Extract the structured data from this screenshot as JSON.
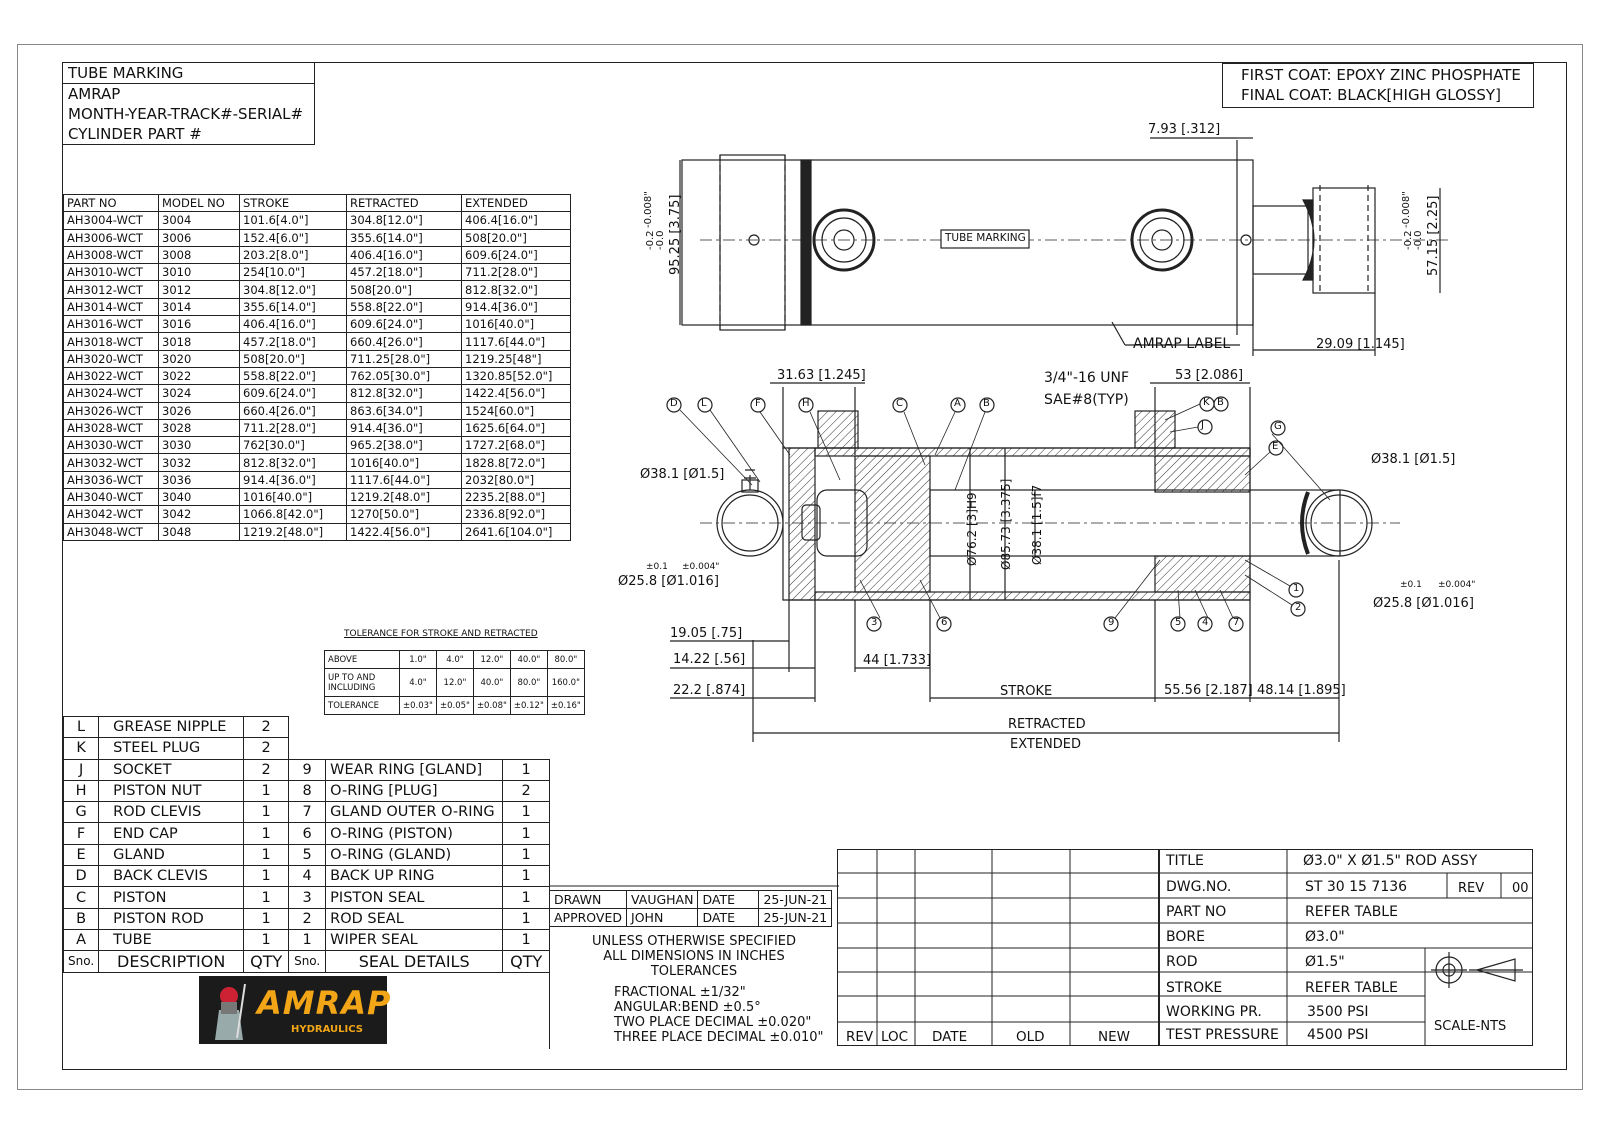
{
  "tube_marking": {
    "title": "TUBE MARKING",
    "lines": [
      "AMRAP",
      "MONTH-YEAR-TRACK#-SERIAL#",
      "CYLINDER PART #"
    ]
  },
  "coat": {
    "first": "FIRST COAT: EPOXY ZINC PHOSPHATE",
    "final": "FINAL COAT: BLACK[HIGH GLOSSY]"
  },
  "parts_table": {
    "headers": [
      "PART NO",
      "MODEL NO",
      "STROKE",
      "RETRACTED",
      "EXTENDED"
    ],
    "rows": [
      [
        "AH3004-WCT",
        "3004",
        "101.6[4.0\"]",
        "304.8[12.0\"]",
        "406.4[16.0\"]"
      ],
      [
        "AH3006-WCT",
        "3006",
        "152.4[6.0\"]",
        "355.6[14.0\"]",
        "508[20.0\"]"
      ],
      [
        "AH3008-WCT",
        "3008",
        "203.2[8.0\"]",
        "406.4[16.0\"]",
        "609.6[24.0\"]"
      ],
      [
        "AH3010-WCT",
        "3010",
        "254[10.0\"]",
        "457.2[18.0\"]",
        "711.2[28.0\"]"
      ],
      [
        "AH3012-WCT",
        "3012",
        "304.8[12.0\"]",
        "508[20.0\"]",
        "812.8[32.0\"]"
      ],
      [
        "AH3014-WCT",
        "3014",
        "355.6[14.0\"]",
        "558.8[22.0\"]",
        "914.4[36.0\"]"
      ],
      [
        "AH3016-WCT",
        "3016",
        "406.4[16.0\"]",
        "609.6[24.0\"]",
        "1016[40.0\"]"
      ],
      [
        "AH3018-WCT",
        "3018",
        "457.2[18.0\"]",
        "660.4[26.0\"]",
        "1117.6[44.0\"]"
      ],
      [
        "AH3020-WCT",
        "3020",
        "508[20.0\"]",
        "711.25[28.0\"]",
        "1219.25[48\"]"
      ],
      [
        "AH3022-WCT",
        "3022",
        "558.8[22.0\"]",
        "762.05[30.0\"]",
        "1320.85[52.0\"]"
      ],
      [
        "AH3024-WCT",
        "3024",
        "609.6[24.0\"]",
        "812.8[32.0\"]",
        "1422.4[56.0\"]"
      ],
      [
        "AH3026-WCT",
        "3026",
        "660.4[26.0\"]",
        "863.6[34.0\"]",
        "1524[60.0\"]"
      ],
      [
        "AH3028-WCT",
        "3028",
        "711.2[28.0\"]",
        "914.4[36.0\"]",
        "1625.6[64.0\"]"
      ],
      [
        "AH3030-WCT",
        "3030",
        "762[30.0\"]",
        "965.2[38.0\"]",
        "1727.2[68.0\"]"
      ],
      [
        "AH3032-WCT",
        "3032",
        "812.8[32.0\"]",
        "1016[40.0\"]",
        "1828.8[72.0\"]"
      ],
      [
        "AH3036-WCT",
        "3036",
        "914.4[36.0\"]",
        "1117.6[44.0\"]",
        "2032[80.0\"]"
      ],
      [
        "AH3040-WCT",
        "3040",
        "1016[40.0\"]",
        "1219.2[48.0\"]",
        "2235.2[88.0\"]"
      ],
      [
        "AH3042-WCT",
        "3042",
        "1066.8[42.0\"]",
        "1270[50.0\"]",
        "2336.8[92.0\"]"
      ],
      [
        "AH3048-WCT",
        "3048",
        "1219.2[48.0\"]",
        "1422.4[56.0\"]",
        "2641.6[104.0\"]"
      ]
    ]
  },
  "tolerance_table": {
    "title": "TOLERANCE FOR STROKE AND RETRACTED",
    "rows": [
      [
        "ABOVE",
        "1.0\"",
        "4.0\"",
        "12.0\"",
        "40.0\"",
        "80.0\""
      ],
      [
        "UP TO AND INCLUDING",
        "4.0\"",
        "12.0\"",
        "40.0\"",
        "80.0\"",
        "160.0\""
      ],
      [
        "TOLERANCE",
        "±0.03\"",
        "±0.05\"",
        "±0.08\"",
        "±0.12\"",
        "±0.16\""
      ]
    ]
  },
  "bom": {
    "parts": [
      [
        "L",
        "GREASE NIPPLE",
        "2"
      ],
      [
        "K",
        "STEEL PLUG",
        "2"
      ],
      [
        "J",
        "SOCKET",
        "2"
      ],
      [
        "H",
        "PISTON NUT",
        "1"
      ],
      [
        "G",
        "ROD CLEVIS",
        "1"
      ],
      [
        "F",
        "END CAP",
        "1"
      ],
      [
        "E",
        "GLAND",
        "1"
      ],
      [
        "D",
        "BACK CLEVIS",
        "1"
      ],
      [
        "C",
        "PISTON",
        "1"
      ],
      [
        "B",
        "PISTON ROD",
        "1"
      ],
      [
        "A",
        "TUBE",
        "1"
      ]
    ],
    "seals": [
      [
        "9",
        "WEAR RING [GLAND]",
        "1"
      ],
      [
        "8",
        "O-RING [PLUG]",
        "2"
      ],
      [
        "7",
        "GLAND OUTER O-RING",
        "1"
      ],
      [
        "6",
        "O-RING (PISTON)",
        "1"
      ],
      [
        "5",
        "O-RING (GLAND)",
        "1"
      ],
      [
        "4",
        "BACK UP RING",
        "1"
      ],
      [
        "3",
        "PISTON SEAL",
        "1"
      ],
      [
        "2",
        "ROD SEAL",
        "1"
      ],
      [
        "1",
        "WIPER SEAL",
        "1"
      ]
    ],
    "headers": {
      "sno": "Sno.",
      "desc": "DESCRIPTION",
      "qty": "QTY",
      "sno2": "Sno.",
      "seal": "SEAL DETAILS",
      "qty2": "QTY"
    }
  },
  "logo": {
    "name": "AMRAP",
    "sub": "HYDRAULICS"
  },
  "approval": {
    "drawn_label": "DRAWN",
    "drawn_by": "VAUGHAN",
    "date_label": "DATE",
    "drawn_date": "25-JUN-21",
    "approved_label": "APPROVED",
    "approved_by": "JOHN",
    "approved_date": "25-JUN-21"
  },
  "notes": {
    "l1": "UNLESS OTHERWISE SPECIFIED",
    "l2": "ALL DIMENSIONS IN INCHES",
    "l3": "TOLERANCES",
    "f1": "FRACTIONAL ±1/32\"",
    "f2": "ANGULAR:BEND ±0.5°",
    "f3": "TWO PLACE DECIMAL ±0.020\"",
    "f4": "THREE PLACE DECIMAL ±0.010\""
  },
  "revision": {
    "rev": "REV",
    "loc": "LOC",
    "date": "DATE",
    "old": "OLD",
    "new": "NEW"
  },
  "title_block": {
    "title_label": "TITLE",
    "title": "Ø3.0\" X Ø1.5\" ROD ASSY",
    "dwg_label": "DWG.NO.",
    "dwg": "ST 30 15 7136",
    "rev_label": "REV",
    "rev": "00",
    "part_label": "PART NO",
    "part": "REFER TABLE",
    "bore_label": "BORE",
    "bore": "Ø3.0\"",
    "rod_label": "ROD",
    "rod": "Ø1.5\"",
    "stroke_label": "STROKE",
    "stroke": "REFER TABLE",
    "wp_label": "WORKING PR.",
    "wp": "3500 PSI",
    "tp_label": "TEST PRESSURE",
    "tp": "4500 PSI",
    "scale": "SCALE-NTS"
  },
  "dims": {
    "d793": "7.93 [.312]",
    "d9525": "95.25 [3.75]",
    "d5715": "57.15 [2.25]",
    "tol_m02": "-0.2",
    "tol_m00": "-0.0",
    "tol_m008": "-0.008\"",
    "tube_marking": "TUBE MARKING",
    "amrap_label": "AMRAP LABEL",
    "d2909": "29.09 [1.145]",
    "d3163": "31.63 [1.245]",
    "unf": "3/4\"-16 UNF",
    "sae": "SAE#8(TYP)",
    "d53": "53 [2.086]",
    "d381l": "Ø38.1 [Ø1.5]",
    "d381r": "Ø38.1 [Ø1.5]",
    "d258l": "Ø25.8 [Ø1.016]",
    "d258r": "Ø25.8 [Ø1.016]",
    "tp01": "±0.1",
    "tp0004": "±0.004\"",
    "d762": "Ø76.2 [3]H9",
    "d8573": "Ø85.73 [3.375]",
    "d381c": "Ø38.1 [1.5]f7",
    "d1905": "19.05 [.75]",
    "d1422": "14.22 [.56]",
    "d222": "22.2 [.874]",
    "d44": "44 [1.733]",
    "stroke": "STROKE",
    "d5556": "55.56 [2.187]",
    "d4814": "48.14 [1.895]",
    "retracted": "RETRACTED",
    "extended": "EXTENDED"
  },
  "balloons": {
    "D": "D",
    "L": "L",
    "F": "F",
    "H": "H",
    "C": "C",
    "A": "A",
    "B": "B",
    "K": "K",
    "B2": "B",
    "J": "J",
    "G": "G",
    "E": "E",
    "n1": "1",
    "n2": "2",
    "n3": "3",
    "n4": "4",
    "n5": "5",
    "n6": "6",
    "n7": "7",
    "n9": "9"
  }
}
